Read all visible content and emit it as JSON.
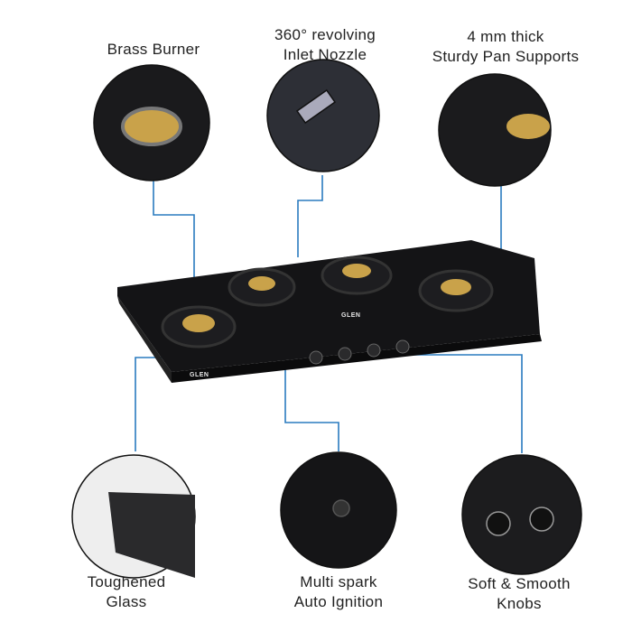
{
  "features": {
    "brass_burner": "Brass Burner",
    "nozzle_line1": "360° revolving",
    "nozzle_line2": "Inlet Nozzle",
    "pan_line1": "4 mm thick",
    "pan_line2": "Sturdy Pan Supports",
    "glass_line1": "Toughened",
    "glass_line2": "Glass",
    "ignition_line1": "Multi spark",
    "ignition_line2": "Auto Ignition",
    "knobs_line1": "Soft & Smooth",
    "knobs_line2": "Knobs"
  },
  "brand": "GLEN",
  "colors": {
    "connector": "#2a7bbf",
    "glass": "#121214",
    "brass": "#c9a24a"
  }
}
